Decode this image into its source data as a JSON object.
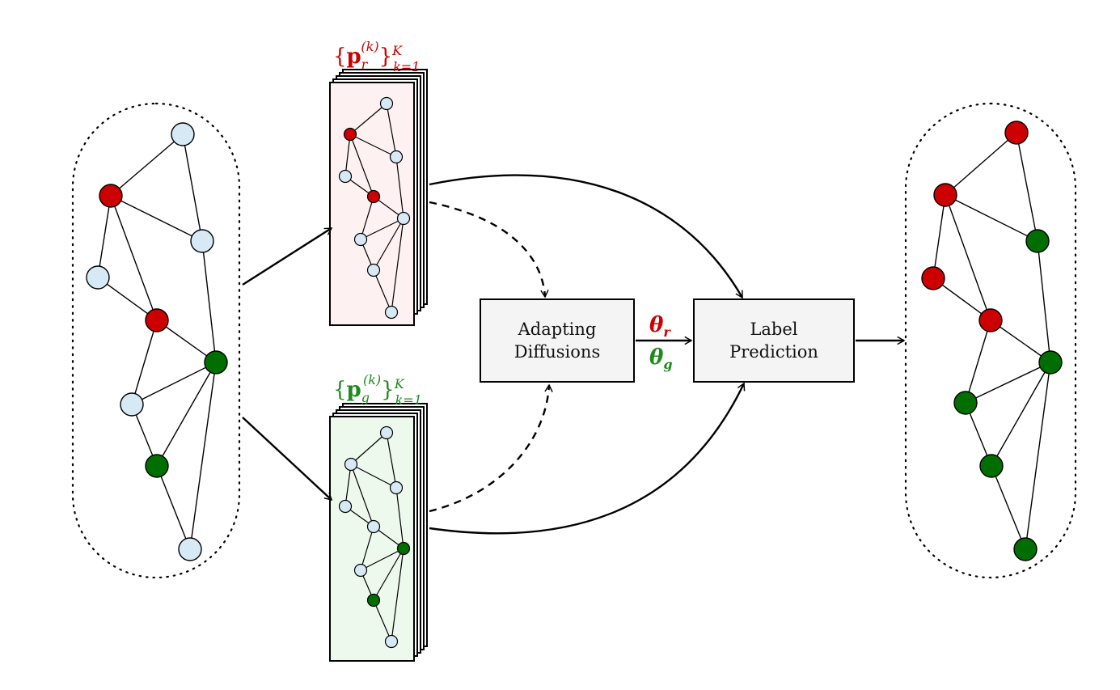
{
  "colors": {
    "red_node": "#cc0000",
    "green_node": "#006e00",
    "blue_node": "#d6e9f5",
    "red_text": "#cc0000",
    "green_text": "#1e8a1e",
    "red_card_fill": "#fdf1f1",
    "green_card_fill": "#eef9ee",
    "box_fill": "#f4f4f4"
  },
  "boxes": {
    "adapting_line1": "Adapting",
    "adapting_line2": "Diffusions",
    "label_line1": "Label",
    "label_line2": "Prediction"
  },
  "math": {
    "red_set": {
      "open": "{",
      "bold": "p",
      "sub": "r",
      "sup": "(k)",
      "close": "}",
      "upper": "K",
      "lower": "k=1"
    },
    "green_set": {
      "open": "{",
      "bold": "p",
      "sub": "g",
      "sup": "(k)",
      "close": "}",
      "upper": "K",
      "lower": "k=1"
    },
    "theta_r": {
      "symbol": "θ",
      "sub": "r"
    },
    "theta_g": {
      "symbol": "θ",
      "sub": "g"
    }
  },
  "graph": {
    "input_node_colors": [
      "blue",
      "red",
      "blue",
      "blue",
      "red",
      "green",
      "blue",
      "green",
      "blue"
    ],
    "red_diffusion_node_colors": [
      "blue",
      "red",
      "blue",
      "blue",
      "red",
      "blue",
      "blue",
      "blue",
      "blue"
    ],
    "green_diffusion_node_colors": [
      "blue",
      "blue",
      "blue",
      "blue",
      "blue",
      "green",
      "blue",
      "green",
      "blue"
    ],
    "output_node_colors": [
      "red",
      "red",
      "green",
      "red",
      "red",
      "green",
      "green",
      "green",
      "green"
    ],
    "edges": [
      [
        0,
        1
      ],
      [
        0,
        2
      ],
      [
        1,
        2
      ],
      [
        1,
        3
      ],
      [
        1,
        4
      ],
      [
        3,
        4
      ],
      [
        4,
        6
      ],
      [
        4,
        5
      ],
      [
        2,
        5
      ],
      [
        6,
        5
      ],
      [
        6,
        7
      ],
      [
        7,
        5
      ],
      [
        7,
        8
      ],
      [
        8,
        5
      ]
    ]
  }
}
